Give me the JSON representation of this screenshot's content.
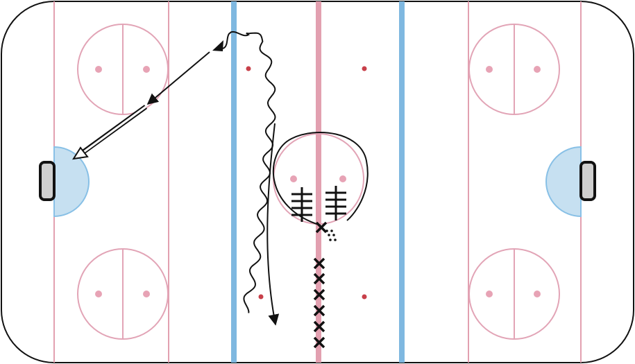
{
  "diagram": {
    "kind": "hockey-drill",
    "colors": {
      "background": "#ffffff",
      "boards": "#111111",
      "red_line": "#e2a0b0",
      "blue_line": "#7fb8e0",
      "circle": "#e2a4b6",
      "faceoff_dot": "#e7a3b5",
      "neutral_dot": "#c8404a",
      "crease_fill": "#c6e0f1",
      "crease_stroke": "#88c0e6",
      "net": "#cfcfcf",
      "drill": "#111111"
    },
    "elements": {
      "players_in_line": 6,
      "skating_paths": [
        "stickhandling-skate",
        "skate",
        "pass",
        "shot"
      ],
      "pylons": 2
    }
  }
}
